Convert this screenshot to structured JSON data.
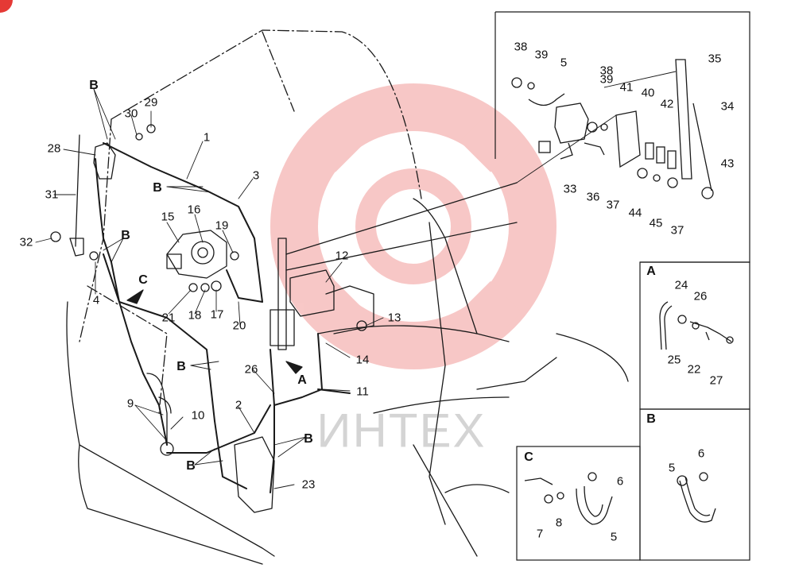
{
  "colors": {
    "line": "#1a1a1a",
    "watermark_gear": "#e53935",
    "corner_badge": "#e53935"
  },
  "watermark": {
    "text": "ИНТЕХ"
  },
  "callouts": {
    "n1": "1",
    "n2": "2",
    "n3": "3",
    "n4": "4",
    "n5a": "5",
    "n5b": "5",
    "n5c": "5",
    "n6a": "6",
    "n6b": "6",
    "n7": "7",
    "n8": "8",
    "n9": "9",
    "n10": "10",
    "n11": "11",
    "n12": "12",
    "n13": "13",
    "n14": "14",
    "n15": "15",
    "n16": "16",
    "n17": "17",
    "n18": "18",
    "n19": "19",
    "n20": "20",
    "n21": "21",
    "n22": "22",
    "n23": "23",
    "n24": "24",
    "n25": "25",
    "n26a": "26",
    "n26b": "26",
    "n27": "27",
    "n28": "28",
    "n29": "29",
    "n30": "30",
    "n31": "31",
    "n32": "32",
    "n33": "33",
    "n34": "34",
    "n35": "35",
    "n36": "36",
    "n37a": "37",
    "n37b": "37",
    "n38a": "38",
    "n38b": "38",
    "n39a": "39",
    "n39b": "39",
    "n40": "40",
    "n41": "41",
    "n42": "42",
    "n43": "43",
    "n44": "44",
    "n45": "45",
    "bTop": "B",
    "bLeft": "B",
    "bMidTop": "B",
    "bMid": "B",
    "bLow1": "B",
    "bLow2": "B",
    "cArrow": "C",
    "aArrow": "A"
  },
  "views": {
    "a": "A",
    "b": "B",
    "c": "C"
  }
}
